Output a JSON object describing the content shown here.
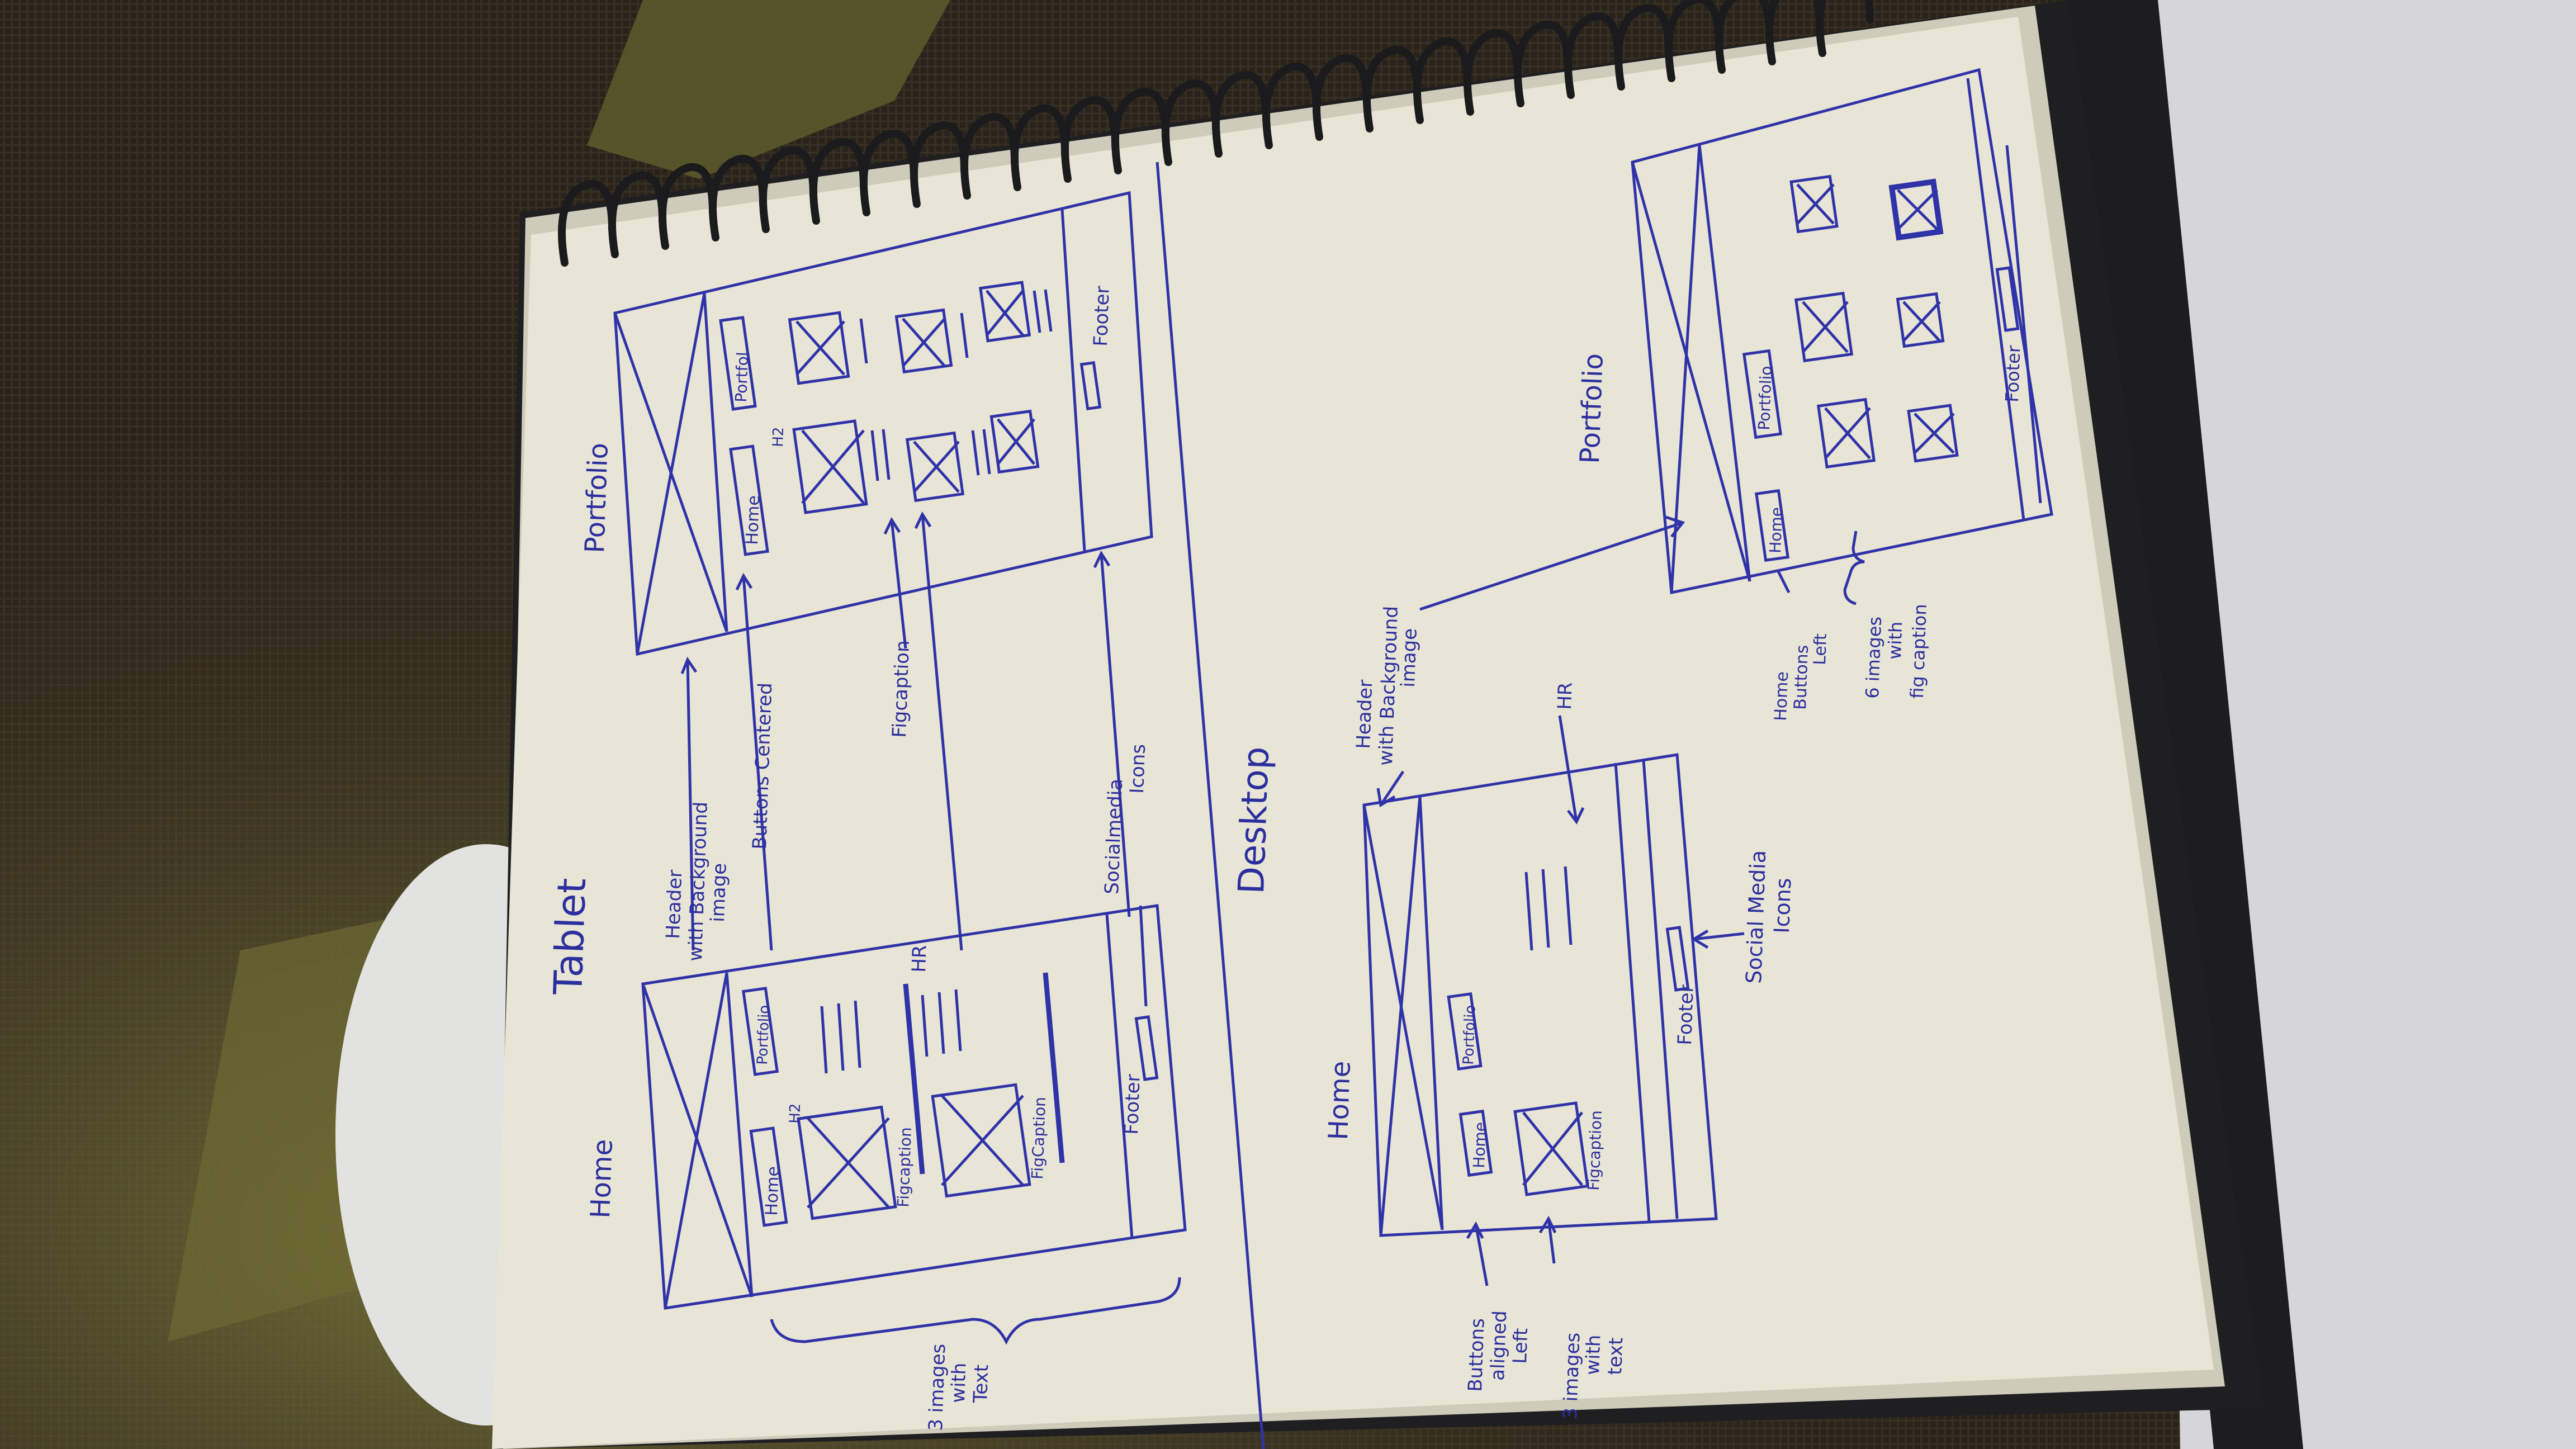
{
  "colors": {
    "ink": "#2f33a8",
    "paper": "#e9e5d6",
    "fabric_dark": "#2a231b",
    "fabric_olive": "#5b5a2c",
    "table": "#d4d4d6",
    "spiral": "#1b1b1d"
  },
  "sketch": {
    "tablet": {
      "section_title": "Tablet",
      "home": {
        "title": "Home",
        "btn_home": "Home",
        "btn_portfolio": "Portfolio",
        "h2": "H2",
        "figcaption_1": "Figcaption",
        "figcaption_2": "FigCaption",
        "footer": "Footer"
      },
      "portfolio": {
        "title": "Portfolio",
        "btn_home": "Home",
        "btn_portfolio": "Portfol",
        "h2": "H2",
        "footer": "Footer"
      },
      "notes": {
        "header": [
          "Header",
          "with Background",
          "image"
        ],
        "buttons": "Buttons Centered",
        "hr": "HR",
        "figcaption": "Figcaption",
        "social": [
          "Socialmedia",
          "Icons"
        ],
        "images": [
          "3 images",
          "with",
          "Text"
        ]
      }
    },
    "desktop": {
      "section_title": "Desktop",
      "home": {
        "title": "Home",
        "btn_home": "Home",
        "btn_portfolio": "Portfolio",
        "figcaption": "Figcaption",
        "footer": "Footer"
      },
      "portfolio": {
        "title": "Portfolio",
        "btn_home": "Home",
        "btn_portfolio": "Portfolio",
        "footer": "Footer"
      },
      "notes": {
        "header": [
          "Header",
          "with Background",
          "image"
        ],
        "hr": "HR",
        "social": [
          "Social Media",
          "Icons"
        ],
        "buttons_left": [
          "Buttons",
          "aligned",
          "Left"
        ],
        "images_text": [
          "3 images",
          "with",
          "text"
        ],
        "home_buttons": [
          "Home",
          "Buttons",
          "Left"
        ],
        "six_images": [
          "6 images",
          "with",
          "fig caption"
        ]
      }
    }
  }
}
